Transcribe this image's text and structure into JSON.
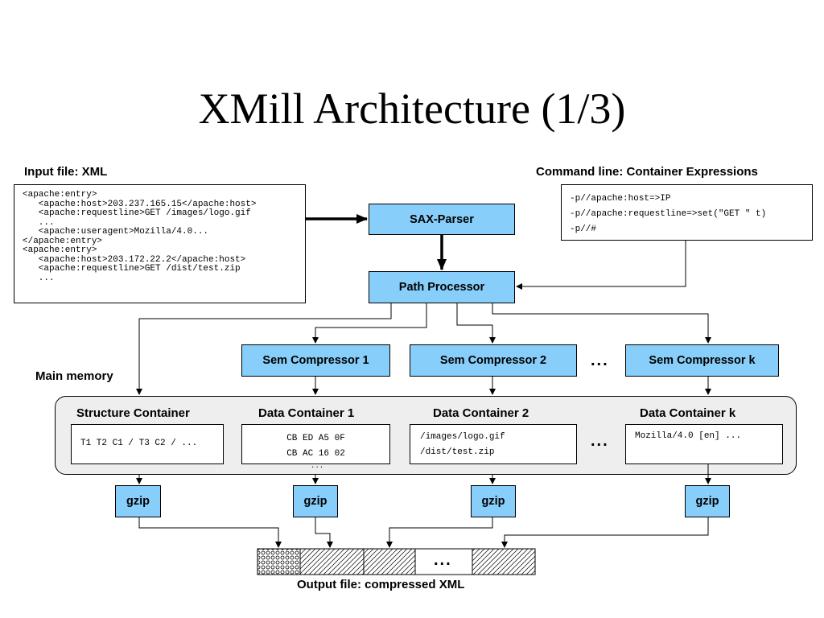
{
  "title": "XMill  Architecture (1/3)",
  "input": {
    "label": "Input file: XML",
    "lines": [
      "<apache:entry>",
      "   <apache:host>203.237.165.15</apache:host>",
      "   <apache:requestline>GET /images/logo.gif",
      "   ...",
      "   <apache:useragent>Mozilla/4.0...",
      "</apache:entry>",
      "<apache:entry>",
      "   <apache:host>203.172.22.2</apache:host>",
      "   <apache:requestline>GET /dist/test.zip",
      "   ..."
    ]
  },
  "command": {
    "label": "Command line: Container Expressions",
    "lines": [
      "-p//apache:host=>IP",
      "-p//apache:requestline=>set(\"GET \" t)",
      "-p//#"
    ]
  },
  "sax_parser": "SAX-Parser",
  "path_processor": "Path Processor",
  "compressors": [
    "Sem Compressor 1",
    "Sem Compressor 2",
    "Sem Compressor k"
  ],
  "ellipsis": "...",
  "main_memory": "Main memory",
  "containers": {
    "structure": {
      "label": "Structure Container",
      "content": "T1 T2 C1 / T3 C2 / ..."
    },
    "data1": {
      "label": "Data Container 1",
      "lines": [
        "CB ED A5 0F",
        "CB AC 16 02"
      ],
      "more": "..."
    },
    "data2": {
      "label": "Data Container 2",
      "lines": [
        "/images/logo.gif",
        "/dist/test.zip"
      ]
    },
    "datak": {
      "label": "Data Container k",
      "content": "Mozilla/4.0 [en] ..."
    }
  },
  "gzip": [
    "gzip",
    "gzip",
    "gzip",
    "gzip"
  ],
  "output": {
    "label": "Output file: compressed XML",
    "ellipsis": "..."
  },
  "colors": {
    "blue_box": "#87cefa",
    "memory_bg": "#eeeeee"
  }
}
